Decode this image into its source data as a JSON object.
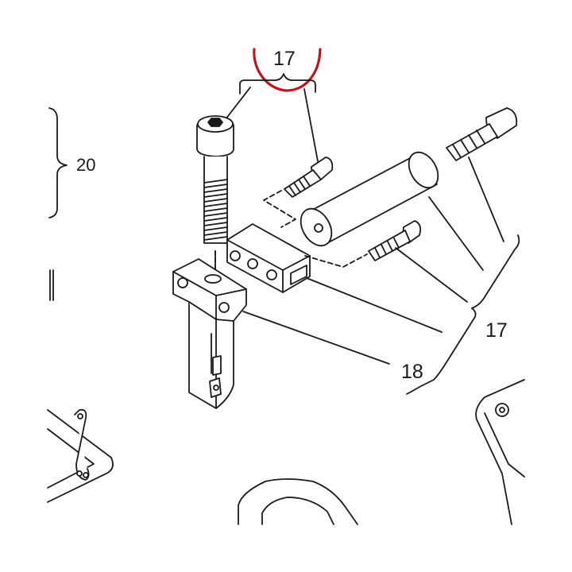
{
  "callouts": {
    "top": "17",
    "left": "20",
    "right": "17",
    "bottom": "18"
  },
  "colors": {
    "line": "#1a1a1a",
    "highlight": "#c0141c",
    "part_fill": "#ffffff"
  }
}
